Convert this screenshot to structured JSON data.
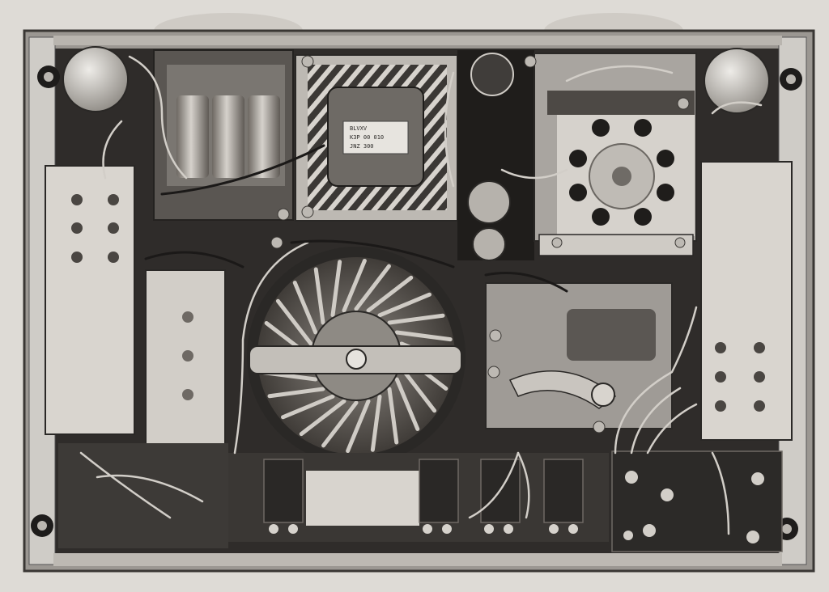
{
  "image": {
    "kind": "photograph",
    "tone": "monochrome",
    "subject": "chassis-underside-electronics"
  },
  "palette": {
    "paper": "#d9d6d1",
    "chassis": "#8f8c88",
    "dark": "#2b2927",
    "metal": "#c9c6c1",
    "highlight": "#eeece8",
    "copper": "#9a958f"
  },
  "transformer_label": {
    "lines": [
      "BLVXV",
      "K3P 00 010",
      "JNZ 300"
    ]
  },
  "icons": {
    "screw": "screw-icon",
    "grommet": "grommet-icon"
  }
}
